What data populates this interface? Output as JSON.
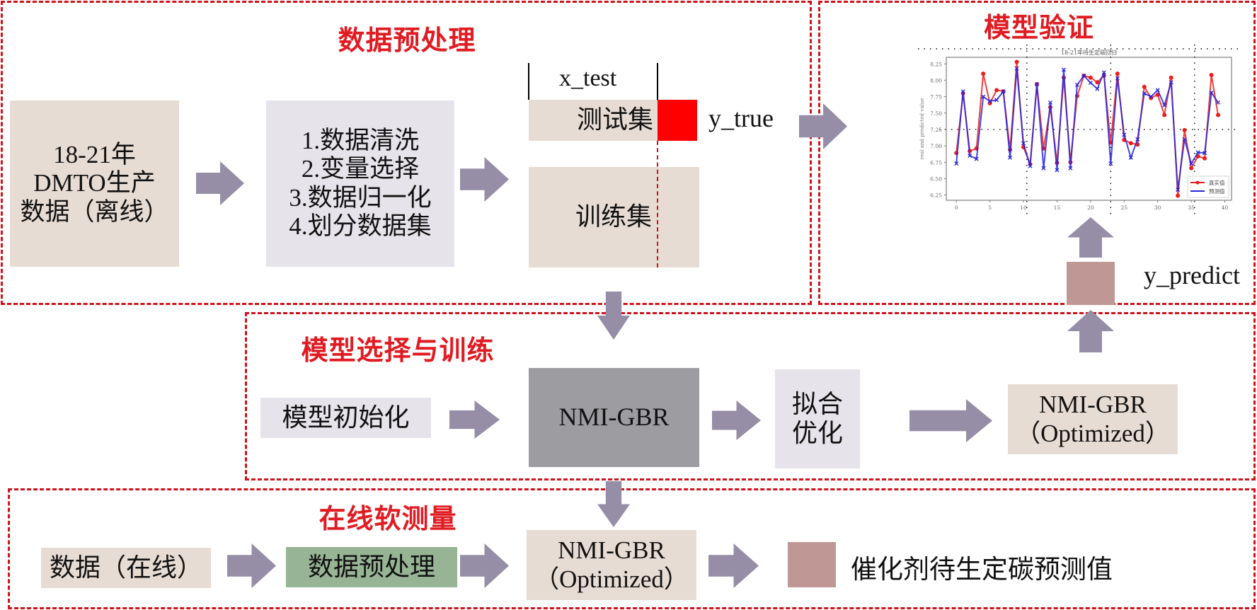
{
  "regions": {
    "preprocess": {
      "title": "数据预处理"
    },
    "validation": {
      "title": "模型验证"
    },
    "training": {
      "title": "模型选择与训练"
    },
    "online": {
      "title": "在线软测量"
    }
  },
  "preprocess": {
    "source_box": {
      "line1": "18-21年",
      "line2": "DMTO生产",
      "line3": "数据（离线）"
    },
    "steps": [
      "1.数据清洗",
      "2.变量选择",
      "3.数据归一化",
      "4.划分数据集"
    ],
    "x_test_label": "x_test",
    "test_set": "测试集",
    "train_set": "训练集",
    "y_true_label": "y_true"
  },
  "validation": {
    "y_predict_label": "y_predict"
  },
  "training": {
    "init_box": "模型初始化",
    "model_box": "NMI-GBR",
    "fit_box": {
      "line1": "拟合",
      "line2": "优化"
    },
    "optimized_box": {
      "line1": "NMI-GBR",
      "line2": "（Optimized）"
    }
  },
  "online": {
    "data_box": "数据（在线）",
    "preprocess_box": "数据预处理",
    "model_box": {
      "line1": "NMI-GBR",
      "line2": "（Optimized）"
    },
    "output_label": "催化剂待生定碳预测值"
  },
  "colors": {
    "region_border": "#d0121b",
    "region_title": "#e01b22",
    "arrow": "#958ea6",
    "beige": "#e7dcd4",
    "lilac": "#e6e3ea",
    "gray": "#9d9ca1",
    "green": "#97b495",
    "rose": "#bf9895",
    "y_true": "#ff0000"
  },
  "chart_data": {
    "type": "line",
    "title": "18-21年待生定碳回归",
    "xlabel": "",
    "ylabel": "real and predicted value",
    "xlim": [
      -1.5,
      41
    ],
    "ylim": [
      6.17,
      8.35
    ],
    "xticks": [
      0,
      5,
      10,
      15,
      20,
      25,
      30,
      35,
      40
    ],
    "yticks": [
      6.25,
      6.5,
      6.75,
      7.0,
      7.25,
      7.5,
      7.75,
      8.0,
      8.25
    ],
    "ytick_labels": [
      "6.25",
      "6.50",
      "6.75",
      "7.00",
      "7.25",
      "7.50",
      "7.75",
      "8.00",
      "8.25"
    ],
    "grid": "dotted",
    "legend_position": "lower-right",
    "x": [
      0,
      1,
      2,
      3,
      4,
      5,
      6,
      7,
      8,
      9,
      10,
      11,
      12,
      13,
      14,
      15,
      16,
      17,
      18,
      19,
      20,
      21,
      22,
      23,
      24,
      25,
      26,
      27,
      28,
      29,
      30,
      31,
      32,
      33,
      34,
      35,
      36,
      37,
      38,
      39
    ],
    "series": [
      {
        "name": "真实值",
        "color": "#ee1c1c",
        "marker": "circle",
        "values": [
          6.89,
          7.8,
          6.92,
          6.96,
          8.1,
          7.65,
          7.85,
          7.83,
          6.94,
          8.28,
          6.98,
          6.72,
          7.94,
          6.96,
          7.59,
          6.74,
          8.04,
          6.75,
          7.76,
          8.07,
          8.04,
          7.97,
          8.07,
          7.05,
          8.1,
          7.09,
          7.04,
          7.02,
          7.9,
          7.73,
          7.78,
          7.47,
          8.04,
          6.24,
          7.24,
          6.66,
          6.84,
          6.81,
          8.08,
          7.47
        ]
      },
      {
        "name": "预测值",
        "color": "#2626d9",
        "marker": "x",
        "values": [
          6.73,
          7.83,
          6.85,
          6.8,
          7.75,
          7.68,
          7.7,
          7.83,
          6.82,
          8.18,
          7.04,
          6.69,
          7.94,
          6.66,
          7.66,
          6.63,
          8.16,
          6.66,
          7.93,
          8.07,
          7.96,
          7.87,
          8.12,
          6.73,
          8.03,
          7.17,
          6.82,
          7.1,
          7.8,
          7.75,
          7.85,
          7.62,
          7.97,
          6.33,
          7.1,
          6.73,
          6.9,
          6.89,
          7.81,
          7.66
        ]
      }
    ]
  }
}
